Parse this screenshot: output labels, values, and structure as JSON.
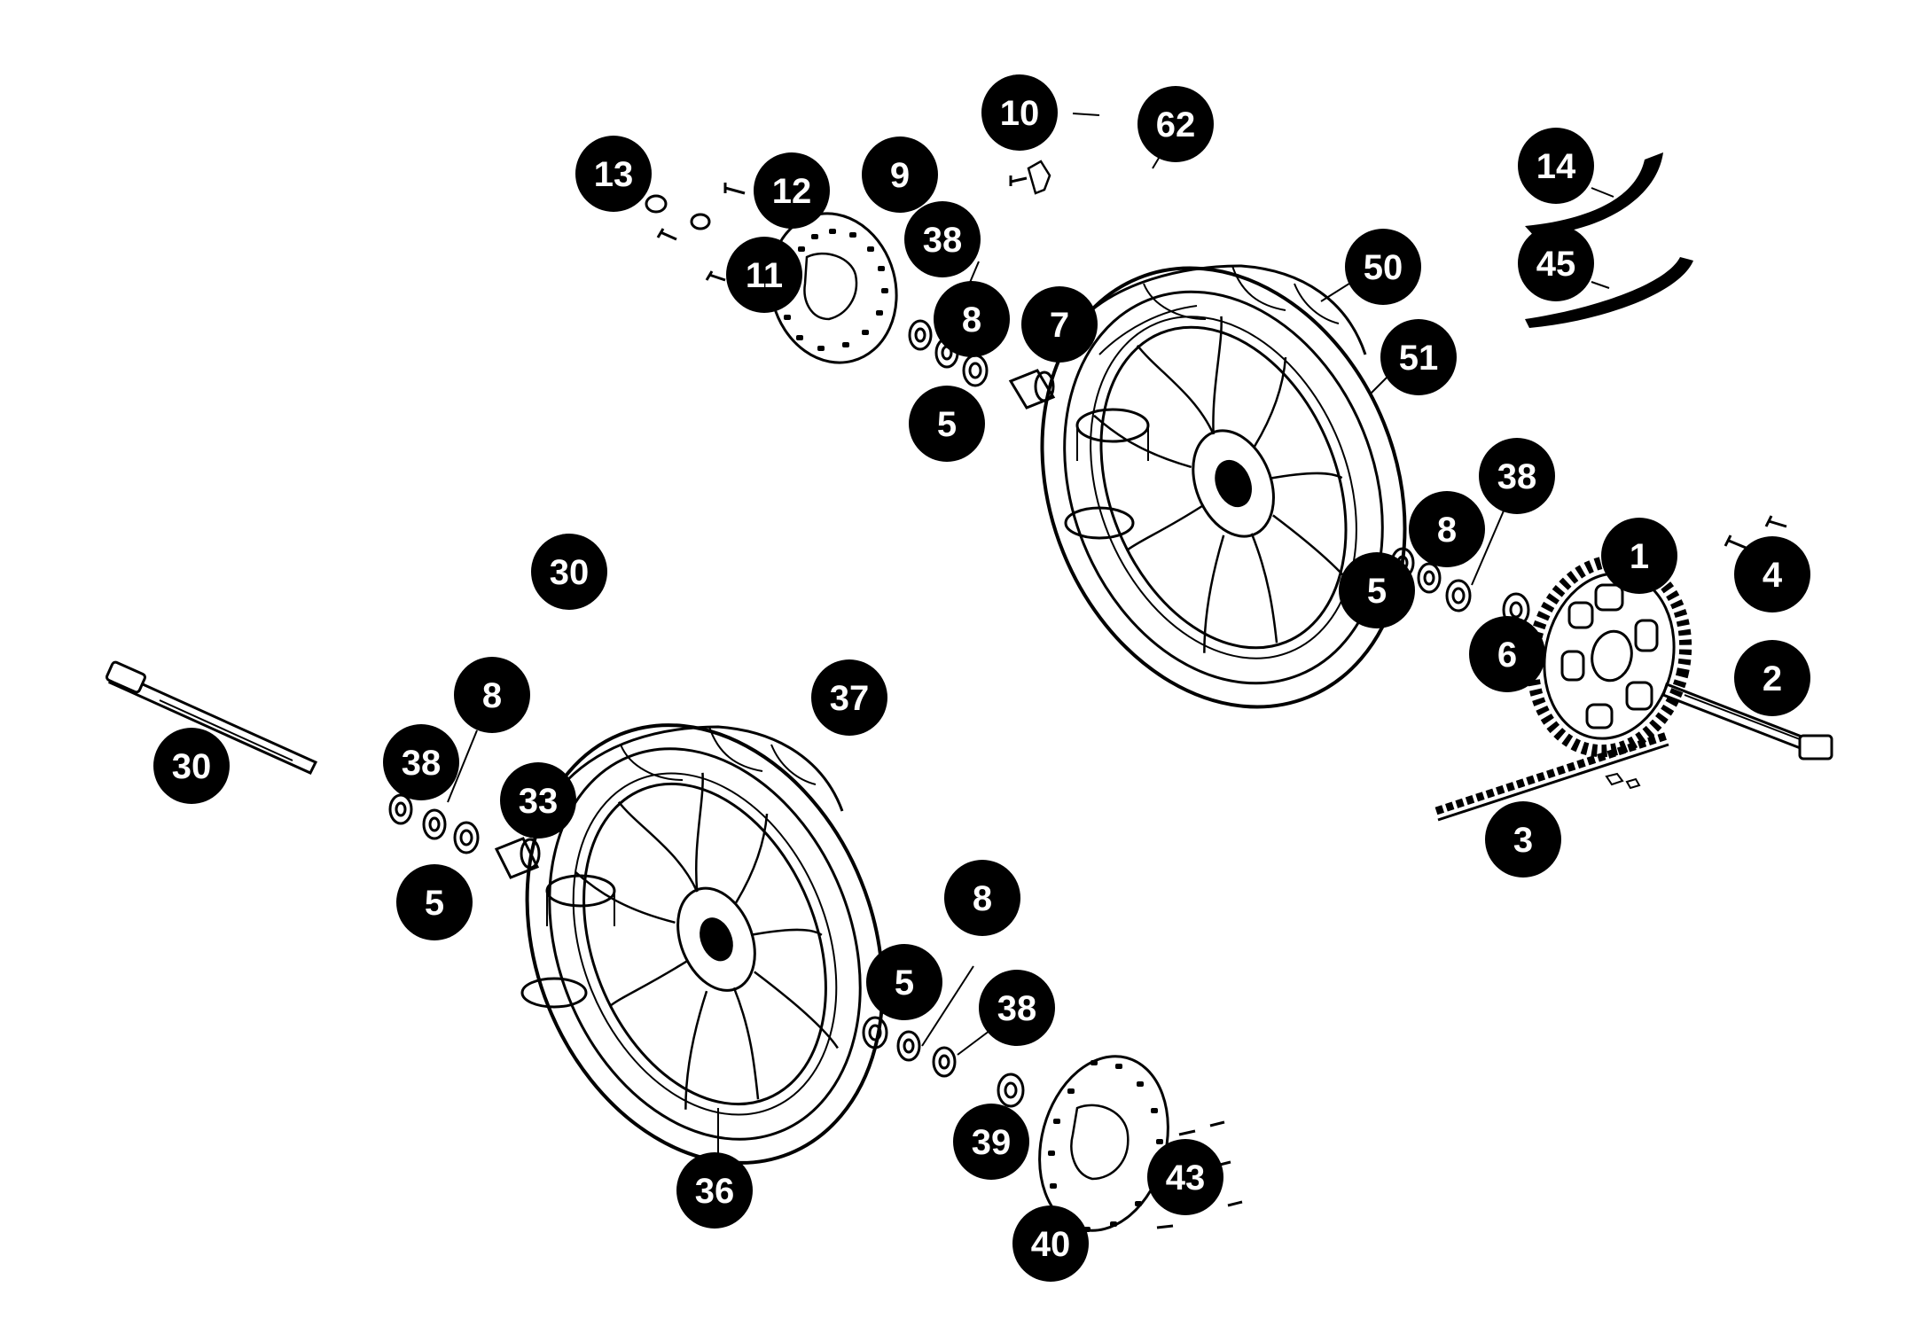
{
  "diagram": {
    "title": "",
    "callouts": {
      "c1": "1",
      "c2": "2",
      "c3": "3",
      "c4": "4",
      "c5a": "5",
      "c5b": "5",
      "c5c": "5",
      "c5d": "5",
      "c6": "6",
      "c7": "7",
      "c8a": "8",
      "c8b": "8",
      "c8c": "8",
      "c8d": "8",
      "c9": "9",
      "c10": "10",
      "c11": "11",
      "c12": "12",
      "c13": "13",
      "c14": "14",
      "c30a": "30",
      "c30b": "30",
      "c33": "33",
      "c36": "36",
      "c37": "37",
      "c38a": "38",
      "c38b": "38",
      "c38c": "38",
      "c38d": "38",
      "c39": "39",
      "c40": "40",
      "c43": "43",
      "c45": "45",
      "c50": "50",
      "c51": "51",
      "c62": "62"
    },
    "colors": {
      "badge": "#000000",
      "badge_text": "#ffffff",
      "line": "#000000"
    }
  }
}
